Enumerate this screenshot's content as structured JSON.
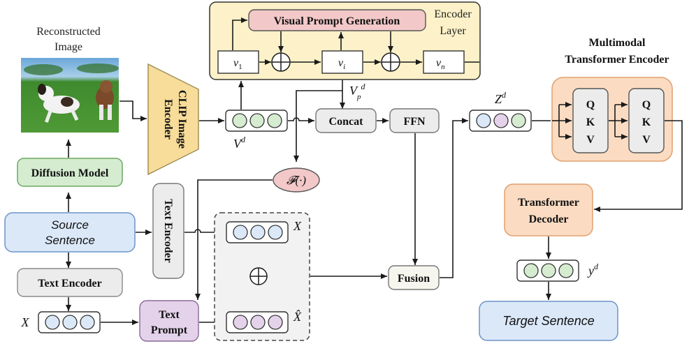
{
  "left": {
    "image_caption_line1": "Reconstructed",
    "image_caption_line2": "Image",
    "diffusion_model": "Diffusion Model",
    "source_sentence_line1": "Source",
    "source_sentence_line2": "Sentence",
    "text_encoder": "Text Encoder",
    "x_label": "X"
  },
  "middle": {
    "clip_line1": "CLIP Image",
    "clip_line2": "Encoder",
    "vd_label": "V",
    "vd_sup": "d",
    "text_encoder_vertical": "Text Encoder",
    "text_prompt_line1": "Text",
    "text_prompt_line2": "Prompt",
    "f_func": "𝓕(·)",
    "x_label": "X",
    "xhat_label": "X̂",
    "oplus": "⊕"
  },
  "encoder_layer": {
    "title_line1": "Encoder",
    "title_line2": "Layer",
    "visual_prompt": "Visual Prompt Generation",
    "v1": "v",
    "v1_sub": "1",
    "vi": "v",
    "vi_sub": "i",
    "vn": "v",
    "vn_sub": "n",
    "oplus": "⊕"
  },
  "fusion_area": {
    "vp_label": "V",
    "vp_sub": "p",
    "vp_sup": "d",
    "concat": "Concat",
    "ffn": "FFN",
    "fusion": "Fusion"
  },
  "right": {
    "zd_label": "Z",
    "zd_sup": "d",
    "mm_title_line1": "Multimodal",
    "mm_title_line2": "Transformer Encoder",
    "q": "Q",
    "k": "K",
    "v": "V",
    "decoder_line1": "Transformer",
    "decoder_line2": "Decoder",
    "yd_label": "y",
    "yd_sup": "d",
    "target_sentence": "Target Sentence"
  },
  "colors": {
    "green_fill": "#d5ecd0",
    "green_stroke": "#6aaa60",
    "blue_fill": "#dbe8f8",
    "blue_stroke": "#6c93c9",
    "gray_fill": "#ececec",
    "yellow_fill": "#fcf1c8",
    "clip_fill": "#f7dc9a",
    "pink_fill": "#f3c8c8",
    "purple_fill": "#e4d2ea",
    "orange_fill": "#fbdcc2",
    "orange_stroke": "#e0a070",
    "fusion_fill": "#f6f6ee"
  }
}
